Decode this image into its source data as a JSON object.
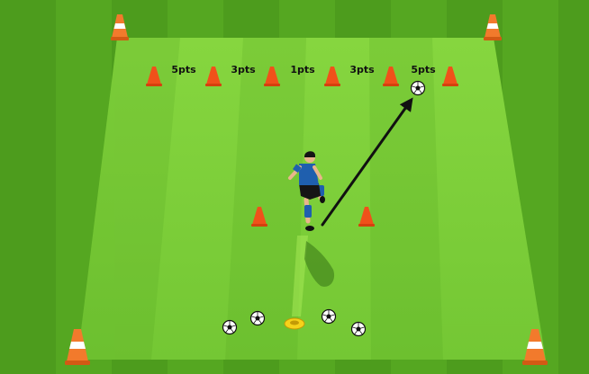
{
  "zone_labels": [
    "5pts",
    "3pts",
    "1pts",
    "3pts",
    "5pts"
  ],
  "colors": {
    "grass_dark": "#4c9c1c",
    "grass_light": "#6cc62c",
    "grid_area": "#7fd13a",
    "cone": "#f0511a",
    "corner_cone": "#f27a2c",
    "shirt": "#1f5fae",
    "shorts": "#151515",
    "arrow": "#111111",
    "disc_marker": "#f6d21a"
  },
  "icons": [
    "cone-icon",
    "corner-cone-icon",
    "ball-icon",
    "player-icon",
    "arrow-icon",
    "disc-marker-icon"
  ]
}
